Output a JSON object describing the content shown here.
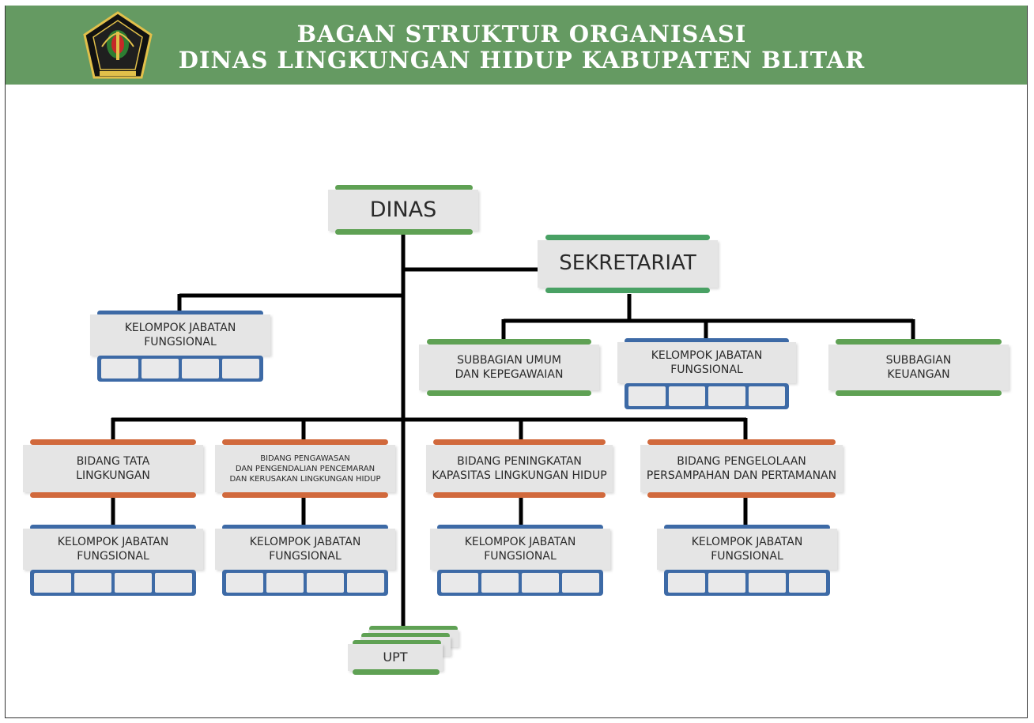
{
  "header": {
    "title_line1": "BAGAN STRUKTUR ORGANISASI",
    "title_line2": "DINAS LINGKUNGAN HIDUP KABUPATEN BLITAR",
    "logo_icon": "kabupaten-blitar-emblem"
  },
  "nodes": {
    "dinas": "DINAS",
    "sekretariat": "SEKRETARIAT",
    "kjf_dinas": "KELOMPOK JABATAN\nFUNGSIONAL",
    "subbag_umum": "SUBBAGIAN UMUM\nDAN KEPEGAWAIAN",
    "kjf_sekretariat": "KELOMPOK JABATAN\nFUNGSIONAL",
    "subbag_keuangan": "SUBBAGIAN\nKEUANGAN",
    "bidang_tata": "BIDANG TATA\nLINGKUNGAN",
    "bidang_pengawasan": "BIDANG PENGAWASAN\nDAN PENGENDALIAN PENCEMARAN\nDAN KERUSAKAN LINGKUNGAN HIDUP",
    "bidang_peningkatan": "BIDANG PENINGKATAN\nKAPASITAS LINGKUNGAN HIDUP",
    "bidang_pengelolaan": "BIDANG PENGELOLAAN\nPERSAMPAHAN DAN PERTAMANAN",
    "kjf_tata": "KELOMPOK JABATAN\nFUNGSIONAL",
    "kjf_pengawasan": "KELOMPOK JABATAN\nFUNGSIONAL",
    "kjf_peningkatan": "KELOMPOK JABATAN\nFUNGSIONAL",
    "kjf_pengelolaan": "KELOMPOK JABATAN\nFUNGSIONAL",
    "upt": "UPT"
  },
  "colors": {
    "banner": "#659a62",
    "green": "#5fa154",
    "blue": "#3d6aa6",
    "orange": "#d1693c",
    "box": "#e5e5e5"
  }
}
